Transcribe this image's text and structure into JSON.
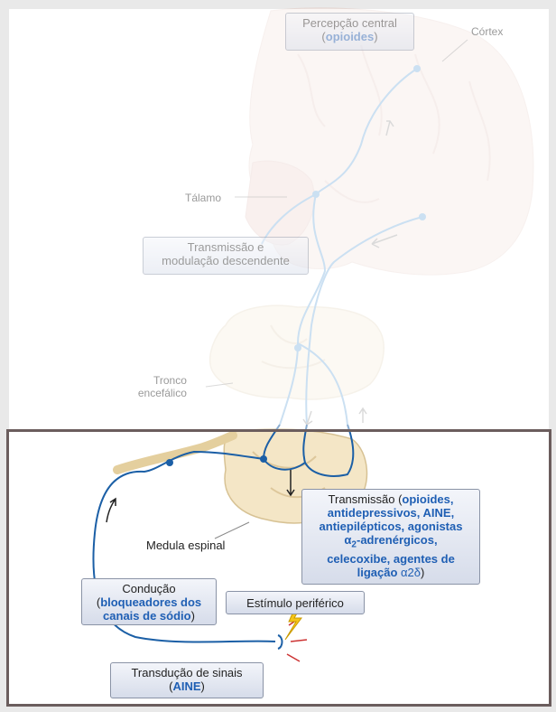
{
  "colors": {
    "nerve": "#1b5fa6",
    "nerve_faded": "#9cc4e6",
    "drug_text": "#1f5fb4",
    "frame": "#6b5d5d",
    "box_border": "#8a93a6"
  },
  "labels": {
    "cortex": "Córtex",
    "thalamus": "Tálamo",
    "brainstem_line1": "Tronco",
    "brainstem_line2": "encefálico",
    "spinal_cord": "Medula espinal"
  },
  "boxes": {
    "central_perception": {
      "line1": "Percepção central",
      "drug": "opioides"
    },
    "descending_modulation": {
      "line1": "Transmissão e",
      "line2": "modulação descendente"
    },
    "transmission": {
      "title": "Transmissão (",
      "drug1": "opioides,",
      "drug2": "antidepressivos, AINE,",
      "drug3": "antiepilépticos, agonistas",
      "drug4_prefix": "α",
      "drug4_sub": "2",
      "drug4_rest": "-adrenérgicos,",
      "drug5": "celecoxibe, agentes de",
      "drug6_prefix": "ligação",
      "drug6_symbol": " α2δ",
      "close": ")"
    },
    "conduction": {
      "line1": "Condução",
      "drug1": "bloqueadores dos",
      "drug2": "canais de sódio"
    },
    "peripheral_stimulus": {
      "text": "Estímulo periférico"
    },
    "transduction": {
      "line1": "Transdução de sinais",
      "drug": "AINE"
    }
  }
}
